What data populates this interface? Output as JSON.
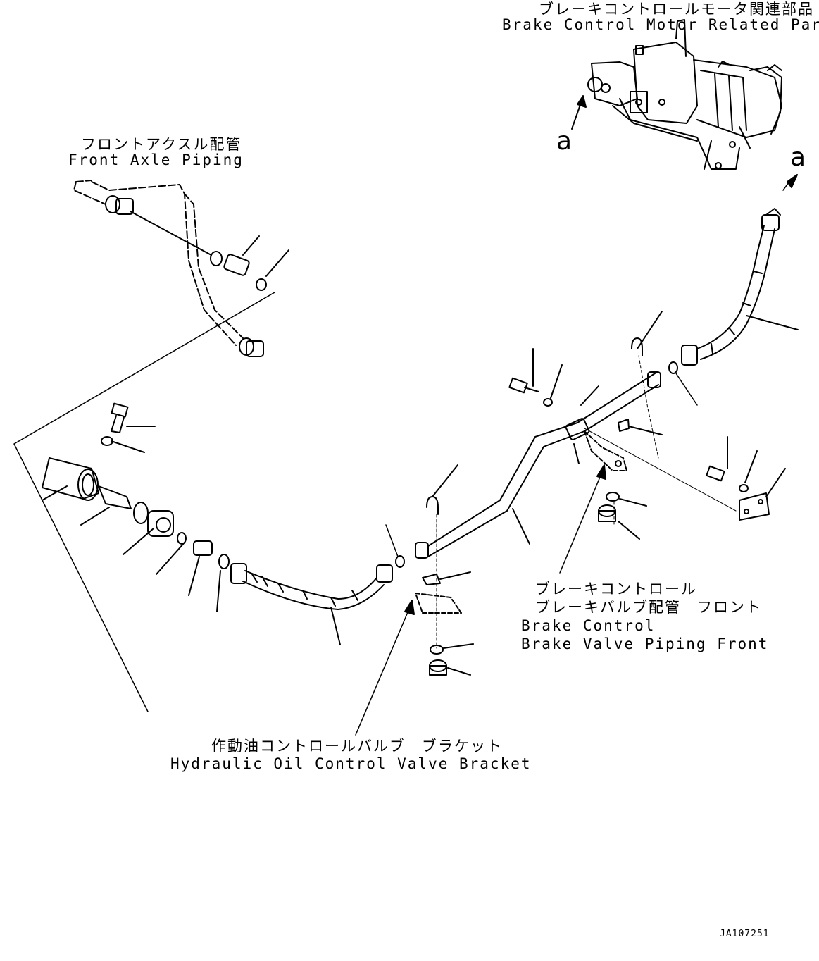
{
  "labels": {
    "brake_motor_jp": "ブレーキコントロールモータ関連部品",
    "brake_motor_en": "Brake Control Motor Related Parts",
    "front_axle_jp": "フロントアクスル配管",
    "front_axle_en": "Front Axle Piping",
    "brake_valve_jp1": "ブレーキコントロール",
    "brake_valve_jp2": "ブレーキバルブ配管　フロント",
    "brake_valve_en1": "Brake Control",
    "brake_valve_en2": "Brake Valve Piping Front",
    "hyd_bracket_jp": "作動油コントロールバルブ　ブラケット",
    "hyd_bracket_en": "Hydraulic Oil Control Valve Bracket"
  },
  "reference_marks": {
    "a_left": "a",
    "a_right": "a"
  },
  "drawing_code": "JA107251"
}
